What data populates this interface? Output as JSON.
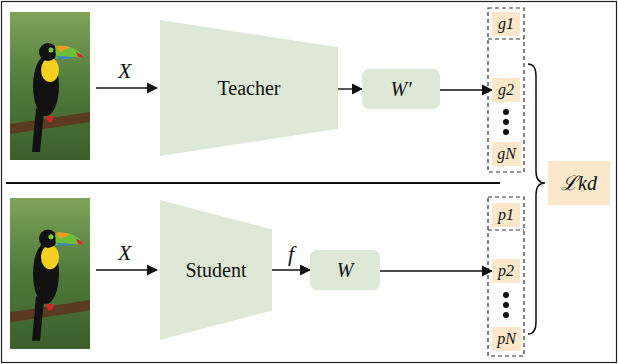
{
  "diagram": {
    "nodes": [
      {
        "text": [
          "Teacher"
        ]
      },
      {
        "text": [
          "W′"
        ]
      },
      {
        "text": [
          "g1"
        ]
      },
      {
        "text": [
          "g2"
        ]
      },
      {
        "text": [
          "gN"
        ]
      },
      {
        "text": [
          "ℒkd"
        ]
      },
      {
        "text": [
          "Student"
        ]
      },
      {
        "text": [
          "W"
        ]
      },
      {
        "text": [
          "p1"
        ]
      },
      {
        "text": [
          "p2"
        ]
      },
      {
        "text": [
          "pN"
        ]
      }
    ],
    "edges": [
      {
        "from": 0,
        "to": 1,
        "arrow": "to"
      },
      {
        "from": 1,
        "to": 3,
        "arrow": "to"
      },
      {
        "from": 6,
        "to": 7,
        "label": "f",
        "arrow": "to"
      },
      {
        "from": 7,
        "to": 9,
        "arrow": "to"
      }
    ],
    "labels": [
      "X",
      "X"
    ]
  }
}
